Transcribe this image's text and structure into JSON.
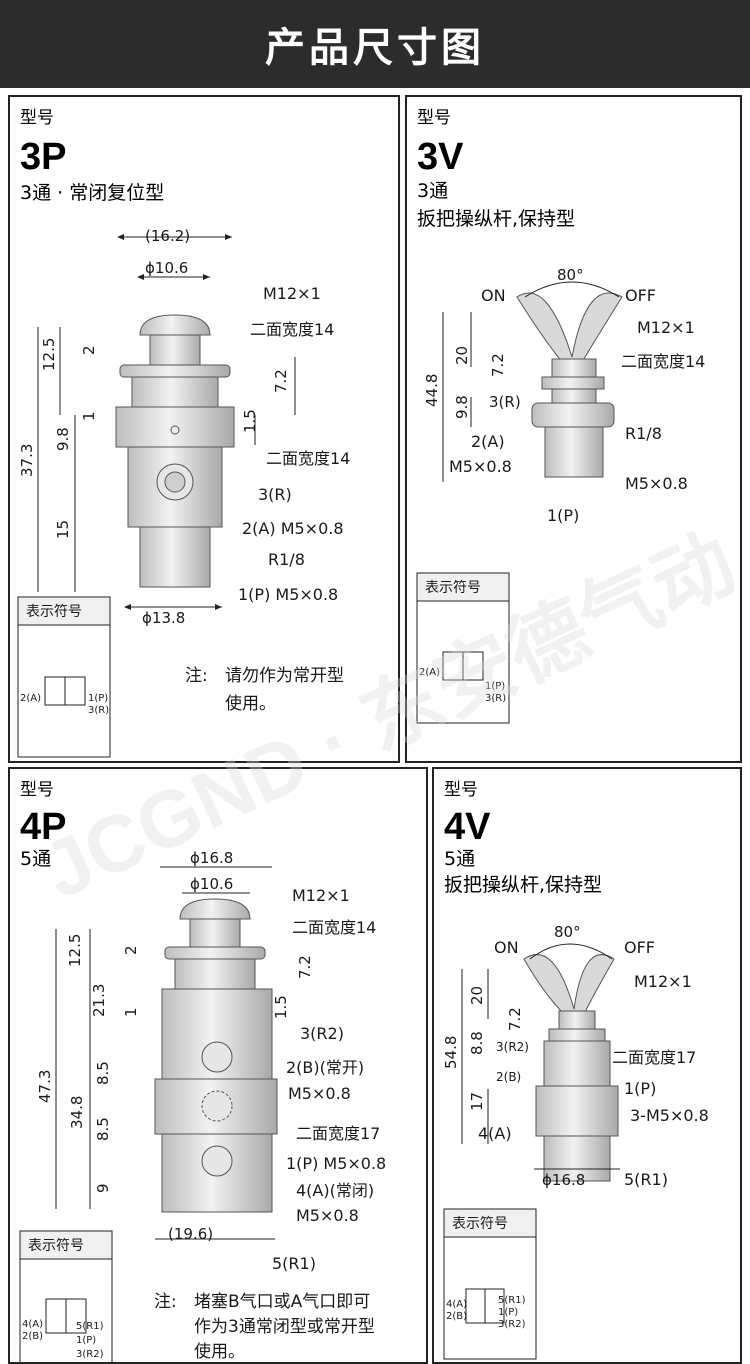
{
  "banner": {
    "title": "产品尺寸图"
  },
  "watermark": "JCGND · 东安德气动",
  "p3p": {
    "model_label": "型号",
    "code": "3P",
    "desc": "3通 · 常闭复位型",
    "labels": {
      "w16": "(16.2)",
      "d10": "ϕ10.6",
      "m12": "M12×1",
      "hex14a": "二面宽度14",
      "hex14b": "二面宽度14",
      "r": "3(R)",
      "a": "2(A)  M5×0.8",
      "r18": "R1/8",
      "p": "1(P)  M5×0.8",
      "d13": "ϕ13.8"
    },
    "dims": {
      "d125": "12.5",
      "d2": "2",
      "d72": "7.2",
      "d1": "1",
      "d15": "1.5",
      "d373": "37.3",
      "d98": "9.8",
      "d15b": "15"
    },
    "symbol": {
      "title": "表示符号",
      "a": "2(A)",
      "p": "1(P)",
      "r": "3(R)"
    },
    "note_label": "注:",
    "note_lines": [
      "请勿作为常开型",
      "使用。"
    ]
  },
  "p3v": {
    "model_label": "型号",
    "code": "3V",
    "desc1": "3通",
    "desc2": "扳把操纵杆,保持型",
    "labels": {
      "angle": "80°",
      "on": "ON",
      "off": "OFF",
      "m12": "M12×1",
      "hex14": "二面宽度14",
      "r": "3(R)",
      "a": "2(A)",
      "m5a": "M5×0.8",
      "r18": "R1/8",
      "m5b": "M5×0.8",
      "p": "1(P)"
    },
    "dims": {
      "d448": "44.8",
      "d20": "20",
      "d72": "7.2",
      "d98": "9.8"
    },
    "symbol": {
      "title": "表示符号",
      "a": "2(A)",
      "p": "1(P)",
      "r": "3(R)"
    }
  },
  "p4p": {
    "model_label": "型号",
    "code": "4P",
    "desc": "5通",
    "labels": {
      "d168": "ϕ16.8",
      "d106": "ϕ10.6",
      "m12": "M12×1",
      "hex14": "二面宽度14",
      "r2": "3(R2)",
      "b": "2(B)(常开)",
      "m5a": "M5×0.8",
      "hex17": "二面宽度17",
      "p": "1(P)  M5×0.8",
      "a": "4(A)(常闭)",
      "m5b": "M5×0.8",
      "w196": "(19.6)",
      "r1": "5(R1)"
    },
    "dims": {
      "d125": "12.5",
      "d2": "2",
      "d72": "7.2",
      "d213": "21.3",
      "d1": "1",
      "d15": "1.5",
      "d473": "47.3",
      "d348": "34.8",
      "d85a": "8.5",
      "d85b": "8.5",
      "d9": "9"
    },
    "symbol": {
      "title": "表示符号",
      "a": "4(A)",
      "b": "2(B)",
      "r1": "5(R1)",
      "p": "1(P)",
      "r2": "3(R2)"
    },
    "note_label": "注:",
    "note_lines": [
      "堵塞B气口或A气口即可",
      "作为3通常闭型或常开型",
      "使用。"
    ]
  },
  "p4v": {
    "model_label": "型号",
    "code": "4V",
    "desc1": "5通",
    "desc2": "扳把操纵杆,保持型",
    "labels": {
      "angle": "80°",
      "on": "ON",
      "off": "OFF",
      "m12": "M12×1",
      "r2": "3(R2)",
      "b": "2(B)",
      "hex17": "二面宽度17",
      "p": "1(P)",
      "m5": "3-M5×0.8",
      "a": "4(A)",
      "d168": "ϕ16.8",
      "r1": "5(R1)"
    },
    "dims": {
      "d548": "54.8",
      "d20": "20",
      "d72": "7.2",
      "d88": "8.8",
      "d17": "17"
    },
    "symbol": {
      "title": "表示符号",
      "a": "4(A)",
      "b": "2(B)",
      "r1": "5(R1)",
      "p": "1(P)",
      "r2": "3(R2)"
    }
  }
}
